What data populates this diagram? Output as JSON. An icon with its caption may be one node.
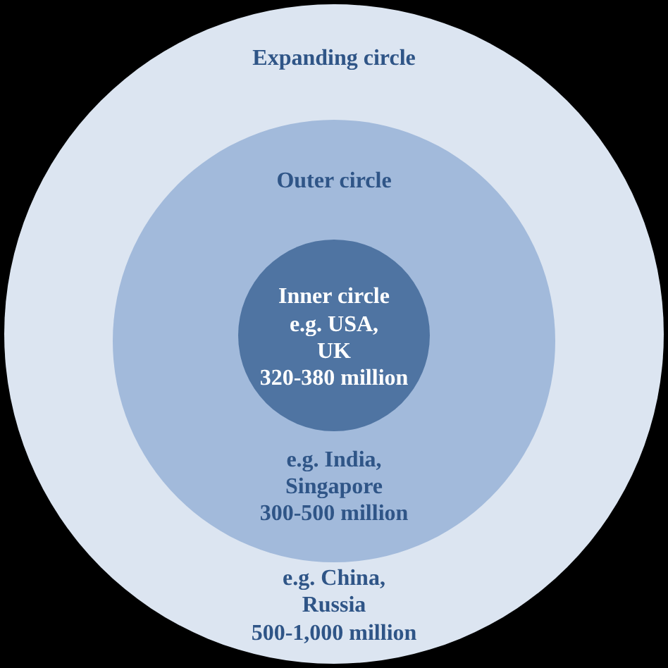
{
  "diagram": {
    "nodes": [
      {
        "text": [
          "Expanding circle",
          "e.g. China, Russia",
          "500-1,000 million"
        ]
      },
      {
        "text": [
          "Outer circle",
          "e.g. India, Singapore",
          "300-500 million"
        ],
        "in": 0
      },
      {
        "text": [
          "Inner circle",
          "e.g. USA, UK",
          "320-380 million"
        ],
        "in": 1
      }
    ]
  }
}
